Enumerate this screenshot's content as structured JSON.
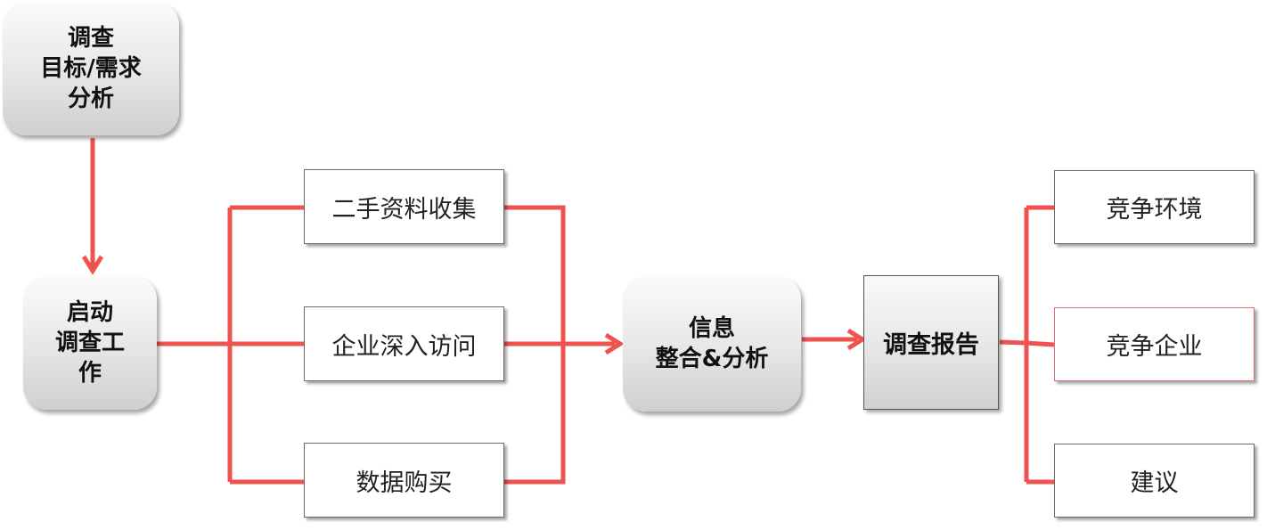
{
  "colors": {
    "connector": "#ef5350",
    "box_border": "#6a6a6a"
  },
  "nodes": {
    "objective": [
      "调查",
      "目标/需求",
      "分析"
    ],
    "launch": [
      "启动",
      "调查工",
      "作"
    ],
    "secondary_data": "二手资料收集",
    "interviews": "企业深入访问",
    "data_purchase": "数据购买",
    "integration": [
      "信息",
      "整合&分析"
    ],
    "report": "调查报告",
    "competitive_env": "竞争环境",
    "competitors": "竞争企业",
    "recommendations": "建议"
  }
}
